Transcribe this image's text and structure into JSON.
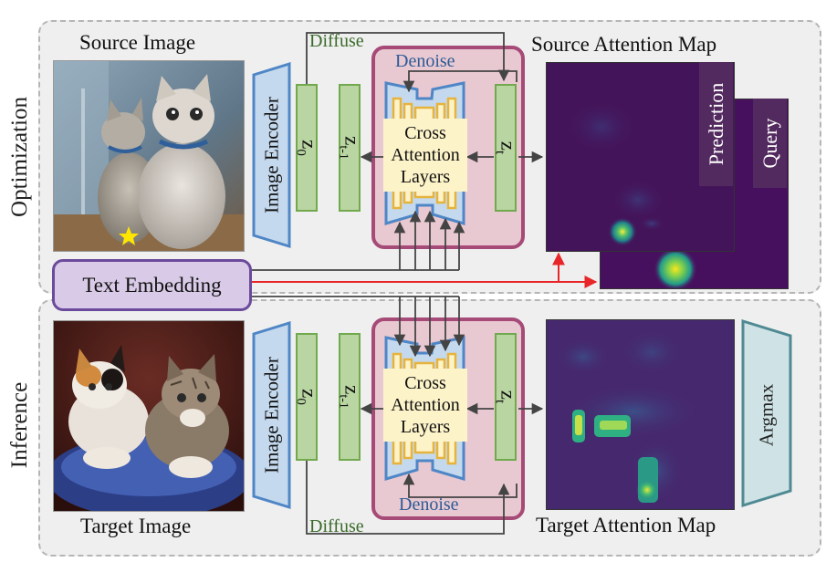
{
  "side_labels": {
    "top": "Optimization",
    "bottom": "Inference"
  },
  "captions": {
    "source_image": "Source Image",
    "target_image": "Target Image",
    "source_attention_map": "Source Attention Map",
    "target_attention_map": "Target Attention Map"
  },
  "top_flow": {
    "diffuse": "Diffuse",
    "denoise": "Denoise",
    "encoder": "Image Encoder",
    "z0": "z",
    "z0_sub": "0",
    "zt1": "z",
    "zt1_sub": "t-1",
    "zt": "z",
    "zt_sub": "t",
    "unet_lines": [
      "Cross",
      "Attention",
      "Layers"
    ]
  },
  "bottom_flow": {
    "diffuse": "Diffuse",
    "denoise": "Denoise",
    "encoder": "Image Encoder",
    "z0": "z",
    "z0_sub": "0",
    "zt1": "z",
    "zt1_sub": "t-1",
    "zt": "z",
    "zt_sub": "t",
    "unet_lines": [
      "Cross",
      "Attention",
      "Layers"
    ]
  },
  "text_embedding": "Text Embedding",
  "attention_tabs": {
    "prediction": "Prediction",
    "query": "Query"
  },
  "argmax": "Argmax",
  "colors": {
    "panel_bg": "#efefef",
    "encoder_fill": "#c5d9ee",
    "encoder_stroke": "#4f86c6",
    "latent_fill": "#b9d5a1",
    "latent_stroke": "#72a94e",
    "denoise_fill": "#e9c9d1",
    "denoise_stroke": "#a64a77",
    "unet_fill": "#fdf3c9",
    "unet_stroke": "#e6b33c",
    "text_emb_fill": "#d9cbe7",
    "text_emb_stroke": "#6b4a9c",
    "argmax_fill": "#cfe3e6",
    "argmax_stroke": "#4f8a93",
    "attention_bg": "#44145a",
    "red_arrow": "#e8262a",
    "diffuse_text": "#3a6b2a",
    "denoise_text": "#2d5b96"
  }
}
